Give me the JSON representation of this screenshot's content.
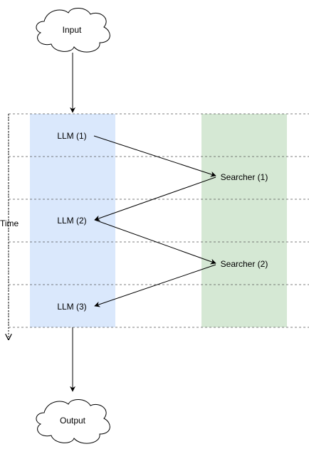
{
  "input_label": "Input",
  "output_label": "Output",
  "time_label": "Time",
  "steps": {
    "llm1": "LLM (1)",
    "searcher1": "Searcher (1)",
    "llm2": "LLM (2)",
    "searcher2": "Searcher (2)",
    "llm3": "LLM (3)"
  },
  "colors": {
    "llm_lane": "#dae8fc",
    "searcher_lane": "#d5e8d4",
    "line": "#000000",
    "grid_dash": "#555555"
  }
}
